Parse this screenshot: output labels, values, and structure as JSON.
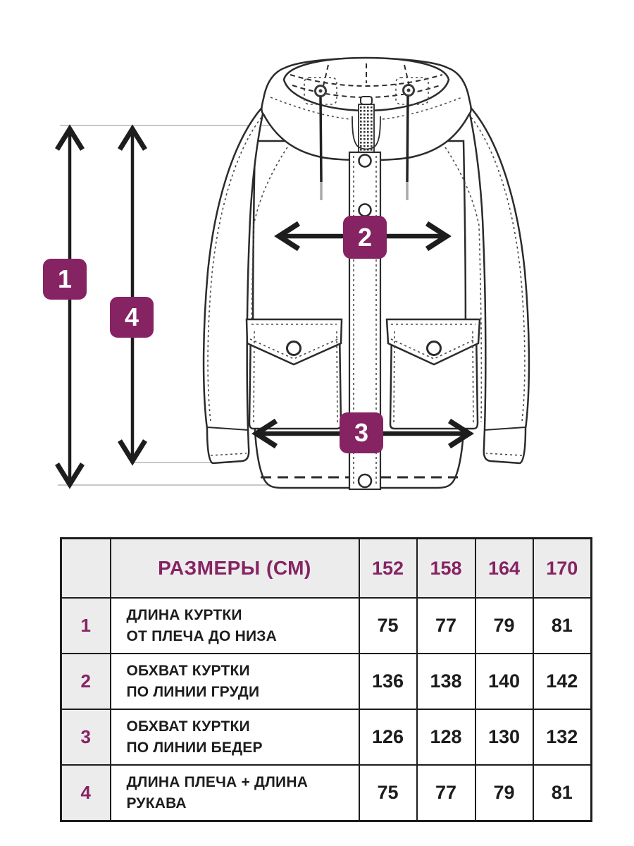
{
  "colors": {
    "accent": "#862363",
    "line": "#2b2b2b",
    "table_text": "#1c1c1c"
  },
  "diagram": {
    "badges": [
      {
        "label": "1"
      },
      {
        "label": "2"
      },
      {
        "label": "3"
      },
      {
        "label": "4"
      }
    ]
  },
  "table": {
    "header": {
      "title": "РАЗМЕРЫ (СМ)",
      "sizes": [
        "152",
        "158",
        "164",
        "170"
      ]
    },
    "rows": [
      {
        "num": "1",
        "label_line1": "ДЛИНА КУРТКИ",
        "label_line2": "ОТ ПЛЕЧА ДО НИЗА",
        "values": [
          "75",
          "77",
          "79",
          "81"
        ]
      },
      {
        "num": "2",
        "label_line1": "ОБХВАТ КУРТКИ",
        "label_line2": "ПО ЛИНИИ ГРУДИ",
        "values": [
          "136",
          "138",
          "140",
          "142"
        ]
      },
      {
        "num": "3",
        "label_line1": "ОБХВАТ КУРТКИ",
        "label_line2": "ПО ЛИНИИ БЕДЕР",
        "values": [
          "126",
          "128",
          "130",
          "132"
        ]
      },
      {
        "num": "4",
        "label_line1": "ДЛИНА ПЛЕЧА + ДЛИНА",
        "label_line2": "РУКАВА",
        "values": [
          "75",
          "77",
          "79",
          "81"
        ]
      }
    ]
  }
}
